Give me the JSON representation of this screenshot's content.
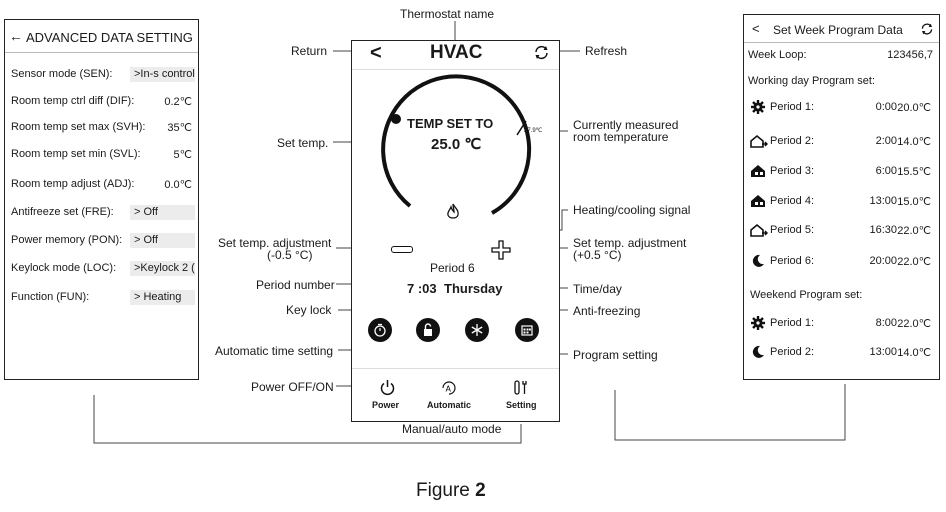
{
  "left_panel": {
    "header": "ADVANCED DATA SETTING",
    "rows": [
      {
        "key": "Sensor mode (SEN):",
        "value": ">In-s control",
        "pill": true
      },
      {
        "key": "Room temp ctrl diff (DIF):",
        "value": "0.2℃",
        "pill": false
      },
      {
        "key": "Room temp set max (SVH):",
        "value": "35℃",
        "pill": false
      },
      {
        "key": "Room temp set min (SVL):",
        "value": "5℃",
        "pill": false
      },
      {
        "key": "Room temp adjust (ADJ):",
        "value": "0.0℃",
        "pill": false
      },
      {
        "key": "Antifreeze set (FRE):",
        "value": ">    Off",
        "pill": true
      },
      {
        "key": "Power memory (PON):",
        "value": ">    Off",
        "pill": true
      },
      {
        "key": "Keylock mode (LOC):",
        "value": ">Keylock 2 (",
        "pill": true
      },
      {
        "key": "Function (FUN):",
        "value": ">   Heating",
        "pill": true
      }
    ]
  },
  "phone": {
    "title": "HVAC",
    "dial_text": "TEMP SET TO",
    "set_temp": "25.0 ℃",
    "measured": "27.9℃",
    "period": "Period 6",
    "time": "7 :03",
    "day": "Thursday",
    "bottom": {
      "power": "Power",
      "automatic": "Automatic",
      "setting": "Setting"
    }
  },
  "annotations": {
    "thermostat_name": "Thermostat name",
    "return": "Return",
    "refresh": "Refresh",
    "set_temp": "Set temp.",
    "measured_1": "Currently measured",
    "measured_2": "room temperature",
    "heating_signal": "Heating/cooling signal",
    "adj_minus_1": "Set temp. adjustment",
    "adj_minus_2": "(-0.5 °C)",
    "adj_plus_1": "Set temp. adjustment",
    "adj_plus_2": "(+0.5 °C)",
    "period_number": "Period number",
    "time_day": "Time/day",
    "key_lock": "Key lock",
    "anti_freezing": "Anti-freezing",
    "auto_time": "Automatic time setting",
    "program_setting": "Program setting",
    "power_onoff": "Power OFF/ON",
    "manual_auto": "Manual/auto mode"
  },
  "right_panel": {
    "header": "Set Week Program Data",
    "week_loop_label": "Week Loop:",
    "week_loop_value": "123456,7",
    "working_title": "Working day Program set:",
    "working": [
      {
        "icon": "gear-icon",
        "label": "Period 1:",
        "time": "0:00",
        "temp": "20.0℃"
      },
      {
        "icon": "house-leave-icon",
        "label": "Period 2:",
        "time": "2:00",
        "temp": "14.0℃"
      },
      {
        "icon": "house-return-icon",
        "label": "Period 3:",
        "time": "6:00",
        "temp": "15.5℃"
      },
      {
        "icon": "house-return-icon",
        "label": "Period 4:",
        "time": "13:00",
        "temp": "15.0℃"
      },
      {
        "icon": "house-leave-icon",
        "label": "Period 5:",
        "time": "16:30",
        "temp": "22.0℃"
      },
      {
        "icon": "moon-icon",
        "label": "Period 6:",
        "time": "20:00",
        "temp": "22.0℃"
      }
    ],
    "weekend_title": "Weekend Program set:",
    "weekend": [
      {
        "icon": "gear-icon",
        "label": "Period 1:",
        "time": "8:00",
        "temp": "22.0℃"
      },
      {
        "icon": "moon-icon",
        "label": "Period 2:",
        "time": "13:00",
        "temp": "14.0℃"
      }
    ]
  },
  "caption": {
    "text": "Figure ",
    "bold": "2"
  }
}
